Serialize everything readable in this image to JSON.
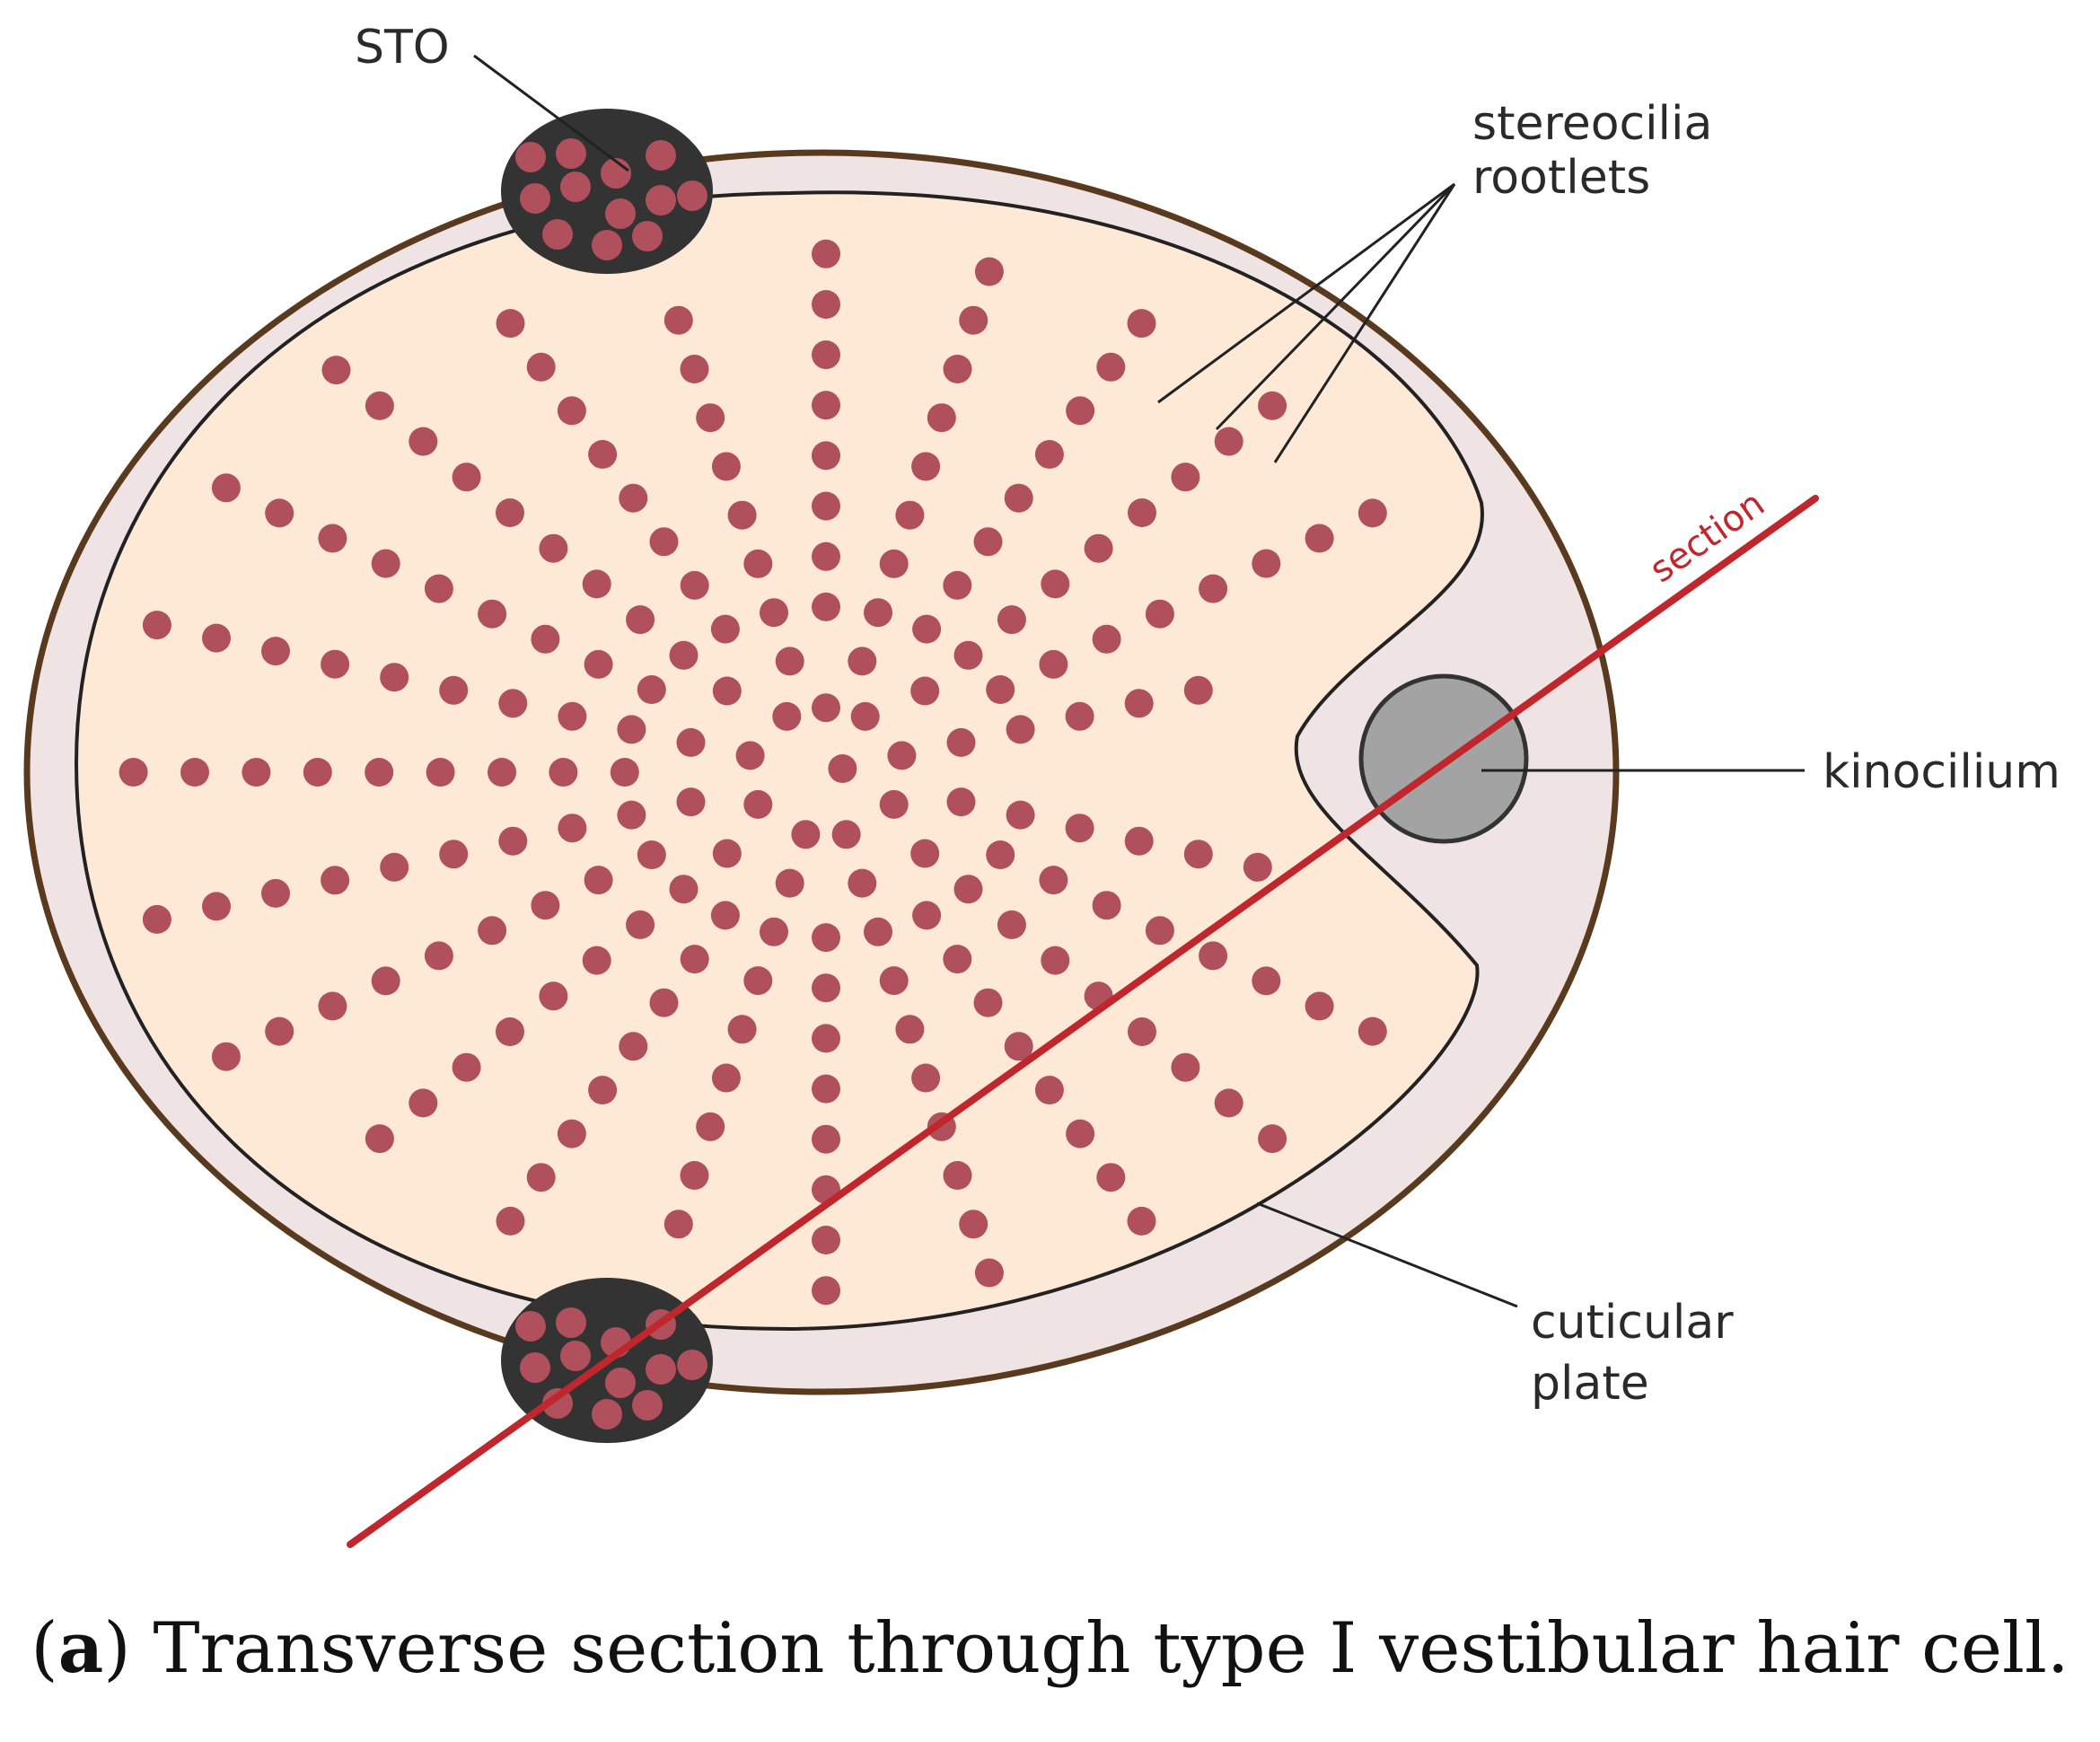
{
  "colors": {
    "membrane": "#5a3a1e",
    "periplasm": "#efe3e3",
    "cuticular_plate": "#fde9d6",
    "rootlet": "#b0505c",
    "sto": "#333333",
    "kinocilium": "#a3a3a3",
    "section_line": "#c0272d",
    "leader": "#222222"
  },
  "labels": {
    "sto": "STO",
    "stereocilia_rootlets_line1": "stereocilia",
    "stereocilia_rootlets_line2": "rootlets",
    "kinocilium": "kinocilium",
    "cuticular_plate_line1": "cuticular",
    "cuticular_plate_line2": "plate",
    "section": "section"
  },
  "caption": {
    "letter": "a",
    "text": "Transverse section through type I vestibular hair cell."
  }
}
